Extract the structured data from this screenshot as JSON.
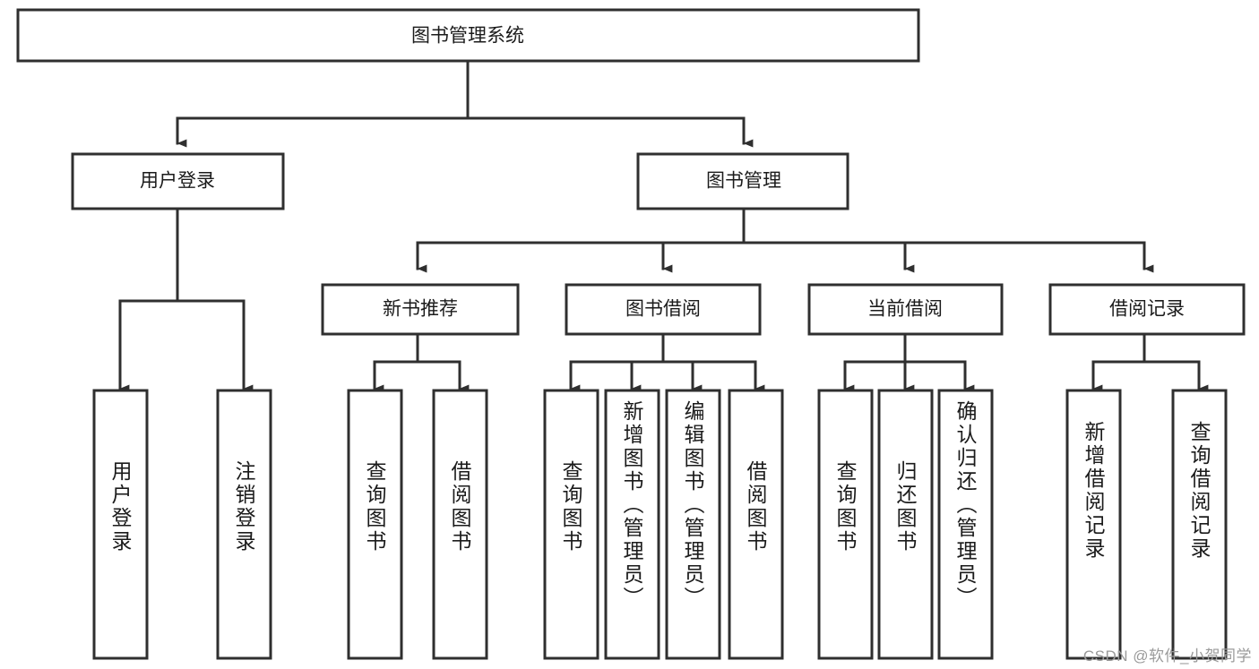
{
  "diagram": {
    "type": "tree-hierarchy",
    "title": "图书管理系统",
    "root": {
      "label": "图书管理系统"
    },
    "level2": [
      {
        "label": "用户登录"
      },
      {
        "label": "图书管理"
      }
    ],
    "level3": [
      {
        "label": "新书推荐",
        "parent": "图书管理"
      },
      {
        "label": "图书借阅",
        "parent": "图书管理"
      },
      {
        "label": "当前借阅",
        "parent": "图书管理"
      },
      {
        "label": "借阅记录",
        "parent": "图书管理"
      }
    ],
    "leaves": {
      "user_login": [
        {
          "label": "用户登录"
        },
        {
          "label": "注销登录"
        }
      ],
      "new_book_recommend": [
        {
          "label": "查询图书"
        },
        {
          "label": "借阅图书"
        }
      ],
      "book_borrow": [
        {
          "label": "查询图书"
        },
        {
          "label": "新增图书（管理员）"
        },
        {
          "label": "编辑图书（管理员）"
        },
        {
          "label": "借阅图书"
        }
      ],
      "current_borrow": [
        {
          "label": "查询图书"
        },
        {
          "label": "归还图书"
        },
        {
          "label": "确认归还（管理员）"
        }
      ],
      "borrow_record": [
        {
          "label": "新增借阅记录"
        },
        {
          "label": "查询借阅记录"
        }
      ]
    }
  },
  "watermark": {
    "text": "CSDN @软件_小贺同学"
  },
  "colors": {
    "stroke": "#2f2f2f",
    "fill": "#ffffff",
    "text": "#1b1b1b",
    "watermark": "#9a9a9a"
  }
}
